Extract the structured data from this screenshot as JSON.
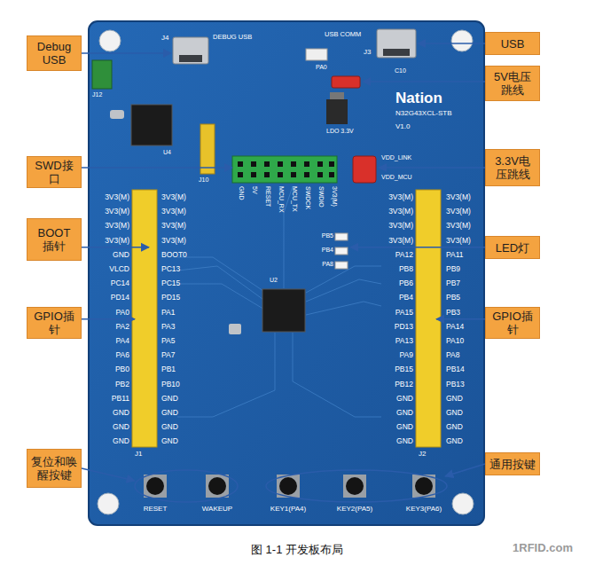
{
  "diagram": {
    "caption": "图 1-1 开发板布局",
    "nodes": [
      {
        "text": [
          "Debug USB"
        ]
      },
      {
        "text": [
          "SWD接口"
        ]
      },
      {
        "text": [
          "BOOT 插针"
        ]
      },
      {
        "text": [
          "GPIO插针"
        ]
      },
      {
        "text": [
          "复位和唤醒按键"
        ]
      },
      {
        "text": [
          "USB"
        ]
      },
      {
        "text": [
          "5V电压跳线"
        ]
      },
      {
        "text": [
          "3.3V电压跳线"
        ]
      },
      {
        "text": [
          "LED灯"
        ]
      },
      {
        "text": [
          "GPIO插针"
        ]
      },
      {
        "text": [
          "通用按键"
        ]
      }
    ],
    "labels": [
      "DEBUG USB",
      "J4",
      "USB COMM",
      "J3",
      "PA0",
      "C10",
      "Nation",
      "N32G43XCL-STB",
      "V1.0",
      "LDO 3.3V",
      "J12",
      "U4",
      "J10",
      "GND",
      "5V",
      "RESET",
      "MCU_RX",
      "MCU_TX",
      "SWDCK",
      "SWDIO",
      "3V3(M)",
      "VDD_LINK",
      "VDD_MCU",
      "PB5",
      "PB4",
      "PA8",
      "U2",
      "J1",
      "J2",
      "3V3(M)",
      "3V3(M)",
      "3V3(M)",
      "3V3(M)",
      "GND",
      "VLCD",
      "PC14",
      "PD14",
      "PA0",
      "PA2",
      "PA4",
      "PA6",
      "PB0",
      "PB2",
      "PB11",
      "GND",
      "GND",
      "GND",
      "3V3(M)",
      "3V3(M)",
      "3V3(M)",
      "3V3(M)",
      "BOOT0",
      "PC13",
      "PC15",
      "PD15",
      "PA1",
      "PA3",
      "PA5",
      "PA7",
      "PB1",
      "PB10",
      "GND",
      "GND",
      "GND",
      "GND",
      "3V3(M)",
      "3V3(M)",
      "3V3(M)",
      "3V3(M)",
      "PA12",
      "PB8",
      "PB6",
      "PB4",
      "PA15",
      "PD13",
      "PA13",
      "PA9",
      "PB15",
      "PB12",
      "GND",
      "GND",
      "GND",
      "GND",
      "3V3(M)",
      "3V3(M)",
      "3V3(M)",
      "3V3(M)",
      "PA11",
      "PB9",
      "PB7",
      "PB5",
      "PB3",
      "PA14",
      "PA10",
      "PA8",
      "PB14",
      "PB13",
      "GND",
      "GND",
      "GND",
      "GND",
      "RESET",
      "WAKEUP",
      "KEY1(PA4)",
      "KEY2(PA5)",
      "KEY3(PA6)",
      "1RFID.com"
    ]
  }
}
